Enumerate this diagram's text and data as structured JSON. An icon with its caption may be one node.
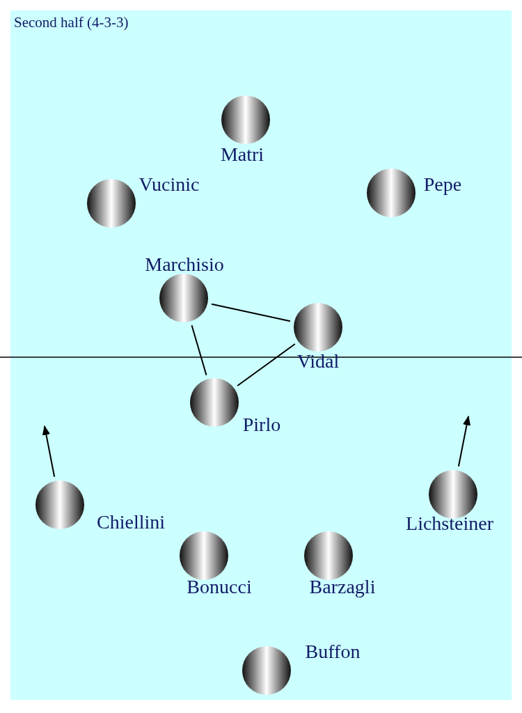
{
  "diagram": {
    "title": "Second half (4-3-3)",
    "nodes": [
      {
        "text": [
          "Matri"
        ]
      },
      {
        "text": [
          "Vucinic"
        ]
      },
      {
        "text": [
          "Pepe"
        ]
      },
      {
        "text": [
          "Marchisio"
        ]
      },
      {
        "text": [
          "Vidal"
        ]
      },
      {
        "text": [
          "Pirlo"
        ]
      },
      {
        "text": [
          "Chiellini"
        ]
      },
      {
        "text": [
          "Lichsteiner"
        ]
      },
      {
        "text": [
          "Bonucci"
        ]
      },
      {
        "text": [
          "Barzagli"
        ]
      },
      {
        "text": [
          "Buffon"
        ]
      }
    ],
    "edges": [
      {
        "from": 3,
        "to": 4,
        "arrow": "none"
      },
      {
        "from": 3,
        "to": 5,
        "arrow": "none"
      },
      {
        "from": 5,
        "to": 4,
        "arrow": "none"
      },
      {
        "from": 6,
        "to": null,
        "arrow": "to"
      },
      {
        "from": 7,
        "to": null,
        "arrow": "to"
      }
    ]
  }
}
